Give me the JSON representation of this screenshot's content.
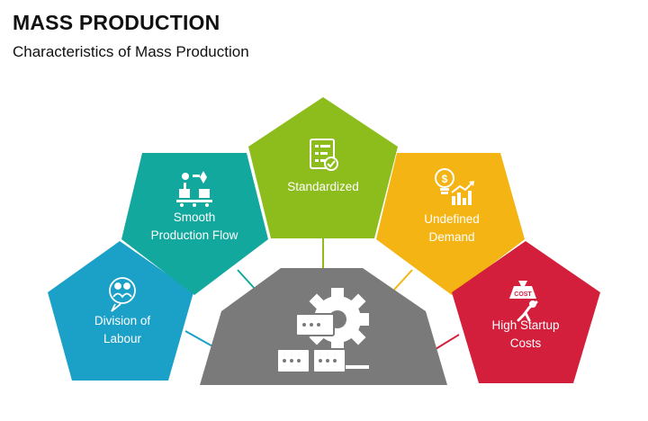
{
  "title": "MASS PRODUCTION",
  "subtitle": "Characteristics of Mass Production",
  "characteristics": [
    {
      "lines": [
        "Division of",
        "Labour"
      ],
      "color": "#1ba0c8",
      "icon": "people-bubble-icon"
    },
    {
      "lines": [
        "Smooth",
        "Production Flow"
      ],
      "color": "#13a89e",
      "icon": "conveyor-flow-icon"
    },
    {
      "lines": [
        "Standardized"
      ],
      "color": "#8dbd1d",
      "icon": "checklist-icon"
    },
    {
      "lines": [
        "Undefined",
        "Demand"
      ],
      "color": "#f4b413",
      "icon": "idea-growth-icon"
    },
    {
      "lines": [
        "High Startup",
        "Costs"
      ],
      "color": "#d31f3b",
      "icon": "cost-burden-icon"
    }
  ],
  "center": {
    "color": "#7a7a7a",
    "icon": "factory-gear-icon"
  },
  "cost_tag": "COST"
}
